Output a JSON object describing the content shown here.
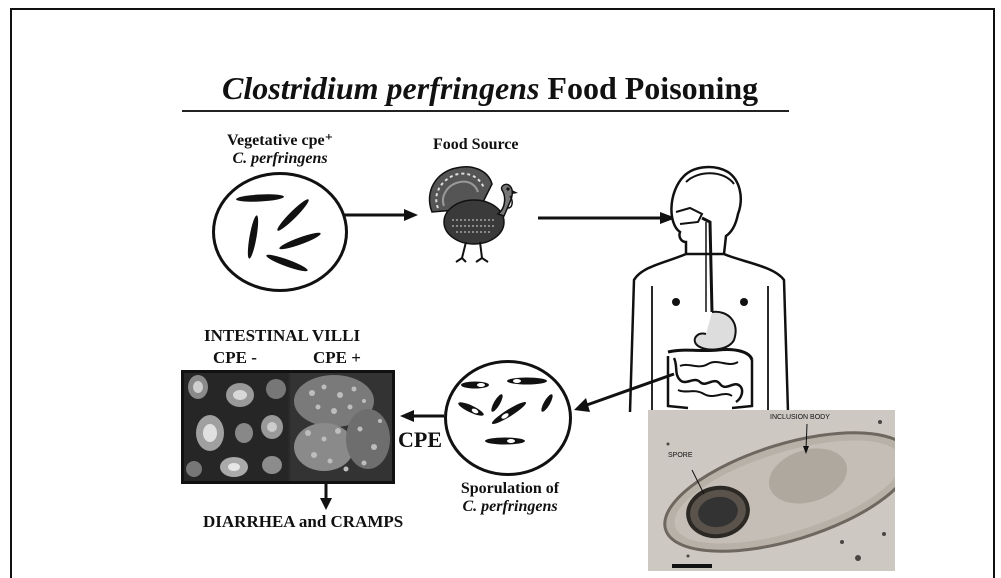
{
  "diagram": {
    "title_italic": "Clostridium perfringens",
    "title_rest": "Food Poisoning",
    "vegetative_label_line1": "Vegetative cpe⁺",
    "vegetative_label_line2": "C. perfringens",
    "food_source_label": "Food Source",
    "villi_title": "INTESTINAL VILLI",
    "cpe_minus": "CPE -",
    "cpe_plus": "CPE +",
    "cpe_arrow_label": "CPE",
    "sporulation_line1": "Sporulation of",
    "sporulation_line2": "C. perfringens",
    "outcome_label": "DIARRHEA and CRAMPS",
    "micrograph_labels": {
      "spore": "SPORE",
      "inclusion_body": "INCLUSION BODY"
    }
  }
}
